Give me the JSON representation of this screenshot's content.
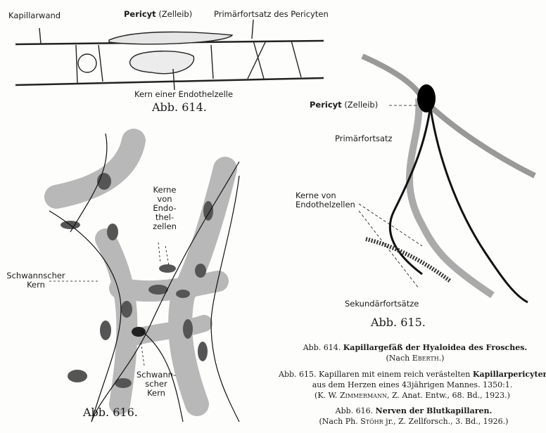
{
  "fig614": {
    "label_wall": "Kapillarwand",
    "label_pericyte_bold": "Pericyt",
    "label_pericyte_rest": "(Zelleib)",
    "label_primary": "Primärfortsatz des Pericyten",
    "label_nucleus": "Kern einer Endothelzelle",
    "title": "Abb. 614."
  },
  "fig615": {
    "label_pericyte_bold": "Pericyt",
    "label_pericyte_rest": "(Zelleib)",
    "label_primary": "Primärfortsatz",
    "label_nuclei_1": "Kerne von",
    "label_nuclei_2": "Endothelzellen",
    "label_secondary": "Sekundärfortsätze",
    "title": "Abb. 615."
  },
  "fig616": {
    "label_nuclei": [
      "Kerne",
      "von",
      "Endo-",
      "thel-",
      "zellen"
    ],
    "label_schwann_left_1": "Schwannscher",
    "label_schwann_left_2": "Kern",
    "label_schwann_bottom": [
      "Schwann-",
      "scher",
      "Kern"
    ],
    "title": "Abb. 616."
  },
  "captions": {
    "c614_prefix": "Abb. 614.",
    "c614_bold": "Kapillargefäß der Hyaloidea des Frosches.",
    "c614_source_pre": "(Nach ",
    "c614_source_name": "Eberth",
    "c614_source_post": ".)",
    "c615_prefix": "Abb. 615. Kapillaren mit einem reich verästelten",
    "c615_bold": "Kapillarpericyten",
    "c615_line2": "aus dem Herzen eines 43jährigen Mannes. 1350:1.",
    "c615_source_pre": "(K. W. ",
    "c615_source_name": "Zimmermann",
    "c615_source_post": ", Z. Anat. Entw., 68. Bd., 1923.)",
    "c616_prefix": "Abb. 616.",
    "c616_bold": "Nerven der Blutkapillaren.",
    "c616_source_pre": "(Nach Ph. ",
    "c616_source_name": "Stöhr",
    "c616_source_post": " jr., Z. Zellforsch., 3. Bd., 1926.)"
  }
}
